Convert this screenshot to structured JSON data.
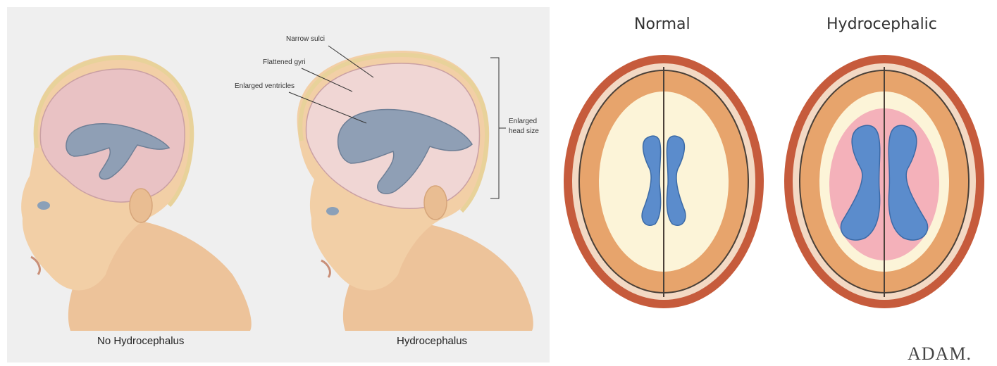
{
  "left_panel": {
    "caption_left": "No Hydrocephalus",
    "caption_right": "Hydrocephalus",
    "labels": {
      "narrow_sulci": "Narrow sulci",
      "flattened_gyri": "Flattened gyri",
      "enlarged_ventricles": "Enlarged ventricles",
      "enlarged_head_size_line1": "Enlarged",
      "enlarged_head_size_line2": "head size"
    }
  },
  "right_panel": {
    "title_normal": "Normal",
    "title_hydrocephalic": "Hydrocephalic",
    "logo": "ADAM."
  },
  "colors": {
    "skin": "#f2cfa6",
    "skull_rim": "#e8d29a",
    "brain": "#e9c2c4",
    "ventricle": "#8f9fb5",
    "scan_ventricle": "#5b8ccc",
    "scan_cortex": "#e7a46c",
    "scan_white": "#fcf4d8",
    "scan_rim": "#c65b3c",
    "edema": "#f2a5b5"
  }
}
